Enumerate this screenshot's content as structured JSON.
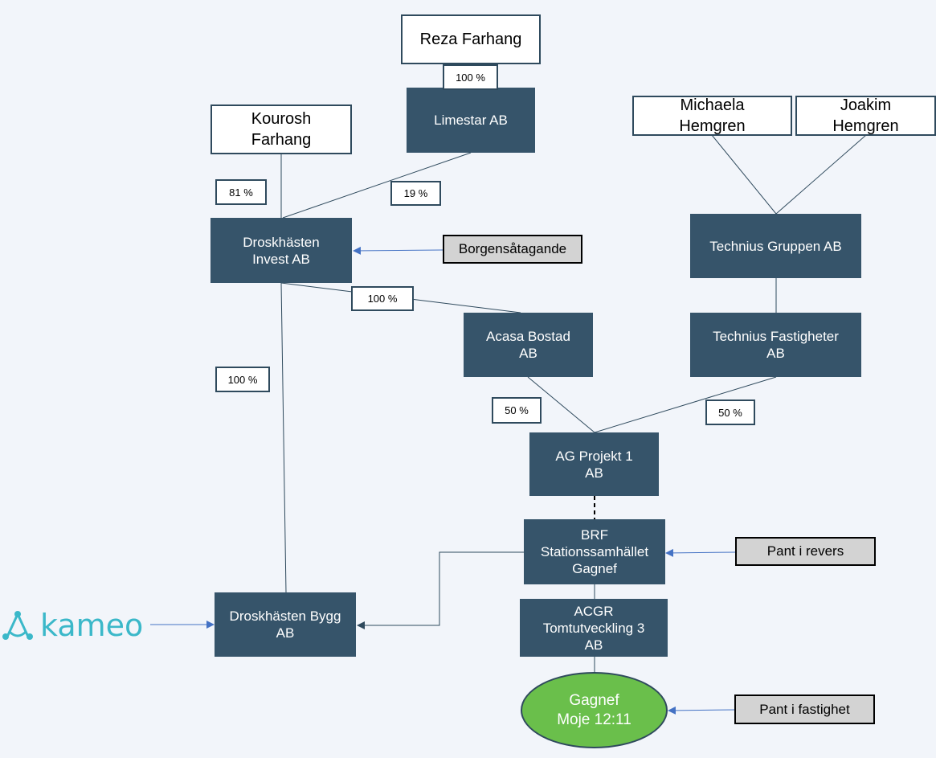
{
  "nodes": {
    "reza": "Reza Farhang",
    "kourosh": "Kourosh\nFarhang",
    "michaela": "Michaela\nHemgren",
    "joakim": "Joakim\nHemgren",
    "limestar": "Limestar AB",
    "droskhasten_invest": "Droskhästen\nInvest AB",
    "technius_gruppen": "Technius Gruppen AB",
    "acasa": "Acasa Bostad\nAB",
    "technius_fast": "Technius Fastigheter\nAB",
    "ag_projekt": "AG Projekt 1\nAB",
    "brf": "BRF\nStationssamhället\nGagnef",
    "acgr": "ACGR\nTomtutveckling 3\nAB",
    "droskhasten_bygg": "Droskhästen Bygg\nAB",
    "gagnef": "Gagnef\nMoje 12:11"
  },
  "percentages": {
    "reza_limestar": "100 %",
    "kourosh_invest": "81 %",
    "limestar_invest": "19 %",
    "invest_acasa": "100 %",
    "invest_bygg": "100 %",
    "acasa_ag": "50 %",
    "technius_ag": "50 %"
  },
  "notes": {
    "borgen": "Borgensåtagande",
    "pant_revers": "Pant i revers",
    "pant_fastighet": "Pant i fastighet"
  },
  "logo": {
    "text": "kameo",
    "icon": "kameo-logo-icon",
    "color": "#3bb8c9"
  },
  "colors": {
    "entity": "#36546a",
    "owner_border": "#2f4a5d",
    "property": "#6abf4b",
    "arrow": "#4472c4",
    "note": "#d3d3d3"
  }
}
